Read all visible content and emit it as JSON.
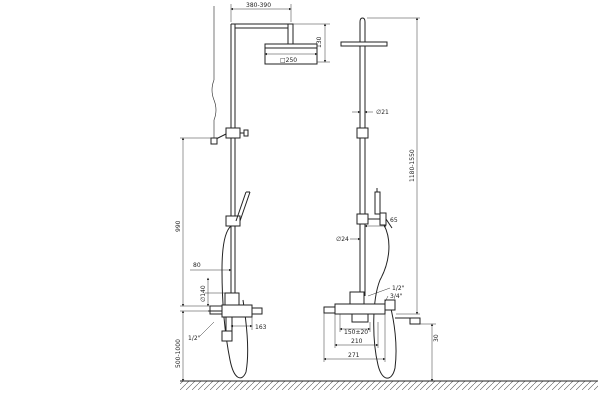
{
  "drawing": {
    "front_view": {
      "arm_reach": "380-390",
      "head_drop": "130",
      "head_size": "□250",
      "column_height": "990",
      "hand_shower_offset": "80",
      "valve_height": "∅140",
      "outlet_projection": "163",
      "inlet_thread": "1/2\"",
      "mounting_height": "500-1000"
    },
    "side_view": {
      "pipe_diameter": "∅21",
      "overall_height": "1180-1550",
      "holder_diameter": "∅24",
      "holder_projection": "65",
      "hose_thread_1": "1/2\"",
      "hose_thread_2": "3/4\"",
      "centres": "150±20",
      "depth_1": "210",
      "depth_2": "271",
      "spout_height": "30"
    }
  }
}
